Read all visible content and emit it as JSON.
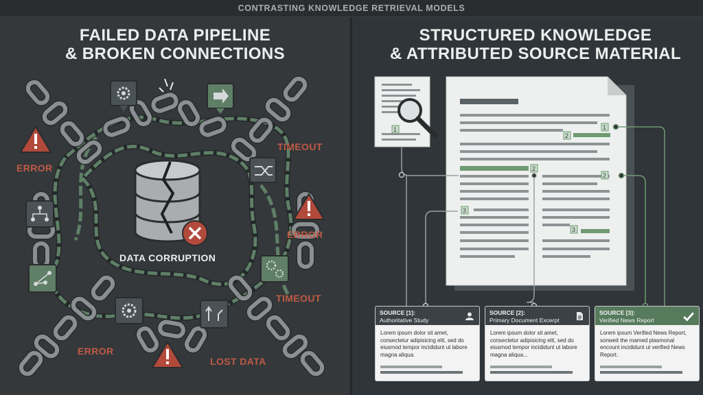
{
  "header": {
    "title": "CONTRASTING KNOWLEDGE RETRIEVAL MODELS"
  },
  "left": {
    "title_line1": "FAILED DATA PIPELINE",
    "title_line2": "& BROKEN CONNECTIONS",
    "labels": {
      "error_1": "ERROR",
      "error_2": "ERROR",
      "error_3": "ERROR",
      "timeout_1": "TIMEOUT",
      "timeout_2": "TIMEOUT",
      "data_corruption": "DATA CORRUPTION",
      "lost_data": "LOST DATA"
    }
  },
  "right": {
    "title_line1": "STRUCTURED KNOWLEDGE",
    "title_line2": "& ATTRIBUTED SOURCE MATERIAL",
    "citations": {
      "c1a": "1",
      "c1b": "1",
      "c2a": "2",
      "c2b": "2",
      "c2c": "2",
      "c3a": "3",
      "c3b": "3"
    },
    "cards": [
      {
        "title": "SOURCE [1]:",
        "subtitle": "Authoritative Study",
        "icon": "user-icon",
        "text": "Lorem ipsum dolor sit amet, consectetur adipisicing elit, sed do eiusmod tempor incididunt ut labore magna aliqua."
      },
      {
        "title": "SOURCE [2]:",
        "subtitle": "Primary Document Excerpt",
        "icon": "document-icon",
        "text": "Lorem ipsum dolor sit amet, consectetur adipisicing elit, sed do eiusmod tempor incididunt ut labore magna aliqua..."
      },
      {
        "title": "SOURCE [3]:",
        "subtitle": "Verified News Report",
        "icon": "checkmark-icon",
        "text": "Lorem ipsum Verified News Report, sonweit the mamed plasmonal encount incididunt ut verified News Report."
      }
    ]
  },
  "colors": {
    "accent_red": "#c05a45",
    "accent_green": "#6f9a72",
    "chain": "#6b7073",
    "chain_green": "#5f7f66",
    "paper": "#eef0ef"
  }
}
